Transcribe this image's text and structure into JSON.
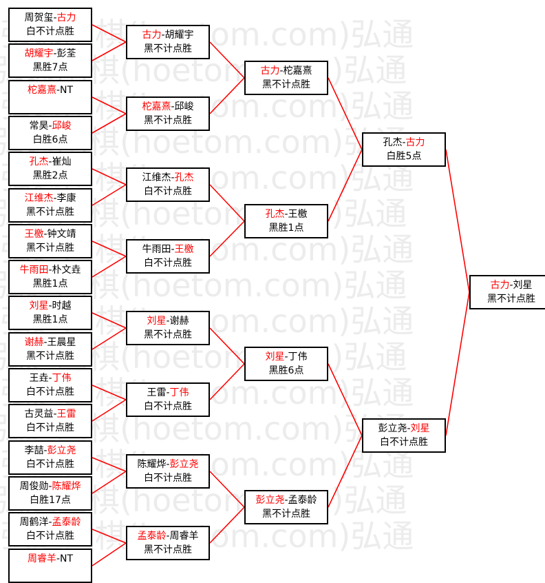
{
  "watermark_text": "弘通围棋(hoetom.com)弘通",
  "colors": {
    "line": "#ff0000",
    "winner_text": "#ff0000",
    "text": "#000000",
    "border": "#000000"
  },
  "round1": [
    {
      "p1": "周贺玺",
      "sep": "-",
      "p2": "古力",
      "winner": "p2",
      "result": "白不计点胜"
    },
    {
      "p1": "胡耀宇",
      "sep": "-",
      "p2": "彭荃",
      "winner": "p1",
      "result": "黑胜7点"
    },
    {
      "p1": "柁嘉熹",
      "sep": "-",
      "p2": "NT",
      "winner": "p1",
      "result": ""
    },
    {
      "p1": "常昊",
      "sep": "-",
      "p2": "邱峻",
      "winner": "p2",
      "result": "白胜6点"
    },
    {
      "p1": "孔杰",
      "sep": "-",
      "p2": "崔灿",
      "winner": "p1",
      "result": "黑胜2点"
    },
    {
      "p1": "江维杰",
      "sep": "-",
      "p2": "李康",
      "winner": "p1",
      "result": "黑不计点胜"
    },
    {
      "p1": "王檄",
      "sep": "-",
      "p2": "钟文靖",
      "winner": "p1",
      "result": "黑不计点胜"
    },
    {
      "p1": "牛雨田",
      "sep": "-",
      "p2": "朴文垚",
      "winner": "p1",
      "result": "黑胜1点"
    },
    {
      "p1": "刘星",
      "sep": "-",
      "p2": "时越",
      "winner": "p1",
      "result": "黑胜1点"
    },
    {
      "p1": "谢赫",
      "sep": "-",
      "p2": "王晨星",
      "winner": "p1",
      "result": "黑不计点胜"
    },
    {
      "p1": "王垚",
      "sep": "-",
      "p2": "丁伟",
      "winner": "p2",
      "result": "白不计点胜"
    },
    {
      "p1": "古灵益",
      "sep": "-",
      "p2": "王雷",
      "winner": "p2",
      "result": "白不计点胜"
    },
    {
      "p1": "李喆",
      "sep": "-",
      "p2": "彭立尧",
      "winner": "p2",
      "result": "白不计点胜"
    },
    {
      "p1": "周俊勋",
      "sep": "-",
      "p2": "陈耀烨",
      "winner": "p2",
      "result": "白胜17点"
    },
    {
      "p1": "周鹤洋",
      "sep": "-",
      "p2": "孟泰龄",
      "winner": "p2",
      "result": "白不计点胜"
    },
    {
      "p1": "周睿羊",
      "sep": "-",
      "p2": "NT",
      "winner": "p1",
      "result": ""
    }
  ],
  "round2": [
    {
      "p1": "古力",
      "sep": "-",
      "p2": "胡耀宇",
      "winner": "p1",
      "result": "黑不计点胜"
    },
    {
      "p1": "柁嘉熹",
      "sep": "-",
      "p2": "邱峻",
      "winner": "p1",
      "result": "黑不计点胜"
    },
    {
      "p1": "江维杰",
      "sep": "-",
      "p2": "孔杰",
      "winner": "p2",
      "result": "白不计点胜"
    },
    {
      "p1": "牛雨田",
      "sep": "-",
      "p2": "王檄",
      "winner": "p2",
      "result": "白不计点胜"
    },
    {
      "p1": "刘星",
      "sep": "-",
      "p2": "谢赫",
      "winner": "p1",
      "result": "黑不计点胜"
    },
    {
      "p1": "王雷",
      "sep": "-",
      "p2": "丁伟",
      "winner": "p2",
      "result": "白不计点胜"
    },
    {
      "p1": "陈耀烨",
      "sep": "-",
      "p2": "彭立尧",
      "winner": "p2",
      "result": "白不计点胜"
    },
    {
      "p1": "孟泰龄",
      "sep": "-",
      "p2": "周睿羊",
      "winner": "p1",
      "result": "黑不计点胜"
    }
  ],
  "round3": [
    {
      "p1": "古力",
      "sep": "-",
      "p2": "柁嘉熹",
      "winner": "p1",
      "result": "黑不计点胜"
    },
    {
      "p1": "孔杰",
      "sep": "-",
      "p2": "王檄",
      "winner": "p1",
      "result": "黑胜1点"
    },
    {
      "p1": "刘星",
      "sep": "-",
      "p2": "丁伟",
      "winner": "p1",
      "result": "黑胜6点"
    },
    {
      "p1": "彭立尧",
      "sep": "-",
      "p2": "孟泰龄",
      "winner": "p1",
      "result": "黑不计点胜"
    }
  ],
  "round4": [
    {
      "p1": "孔杰",
      "sep": "-",
      "p2": "古力",
      "winner": "p2",
      "result": "白胜5点"
    },
    {
      "p1": "彭立尧",
      "sep": "-",
      "p2": "刘星",
      "winner": "p2",
      "result": "白不计点胜"
    }
  ],
  "final": [
    {
      "p1": "古力",
      "sep": "-",
      "p2": "刘星",
      "winner": "p1",
      "result": "黑不计点胜"
    }
  ]
}
